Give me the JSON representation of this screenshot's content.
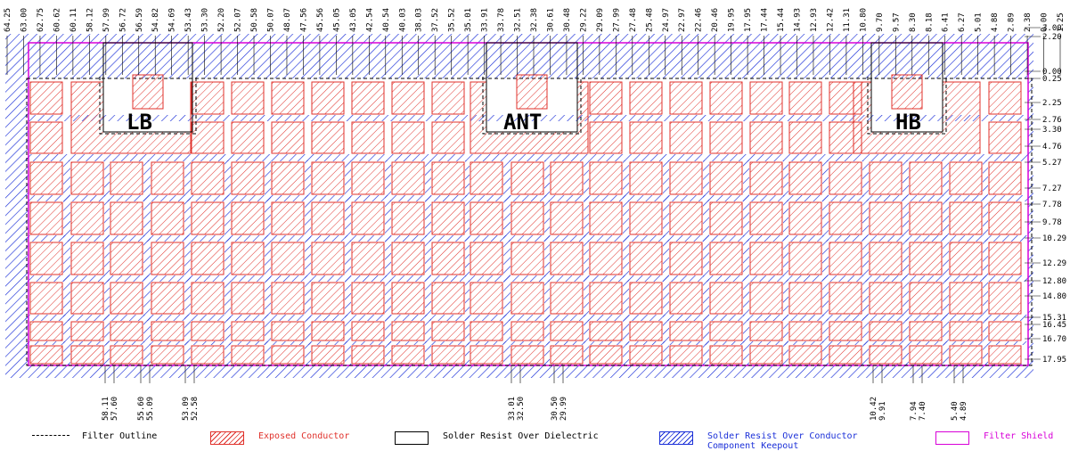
{
  "chart_data": {
    "type": "diagram",
    "title": "",
    "pad_labels": [
      "LB",
      "ANT",
      "HB"
    ],
    "top_dimensions": [
      "64.25",
      "63.00",
      "62.75",
      "60.62",
      "60.11",
      "58.12",
      "57.99",
      "56.72",
      "56.59",
      "54.82",
      "54.69",
      "53.43",
      "53.30",
      "52.20",
      "52.07",
      "50.58",
      "50.07",
      "48.07",
      "47.56",
      "45.56",
      "45.05",
      "43.05",
      "42.54",
      "40.54",
      "40.03",
      "38.03",
      "37.52",
      "35.52",
      "35.01",
      "33.91",
      "33.78",
      "32.51",
      "32.38",
      "30.61",
      "30.48",
      "29.22",
      "29.09",
      "27.99",
      "27.48",
      "25.48",
      "24.97",
      "22.97",
      "22.46",
      "20.46",
      "19.95",
      "17.95",
      "17.44",
      "15.44",
      "14.93",
      "12.93",
      "12.42",
      "11.31",
      "10.80",
      "9.70",
      "9.57",
      "8.30",
      "8.18",
      "6.41",
      "6.27",
      "5.01",
      "4.88",
      "2.89",
      "2.38",
      "0.00",
      "1.25"
    ],
    "right_dimensions": [
      "3.00",
      "2.20",
      "0.00",
      "0.25",
      "2.25",
      "2.76",
      "3.30",
      "4.76",
      "5.27",
      "7.27",
      "7.78",
      "9.78",
      "10.29",
      "12.29",
      "12.80",
      "14.80",
      "15.31",
      "16.45",
      "16.70",
      "17.95"
    ],
    "bottom_dimensions": [
      "58.11",
      "57.60",
      "55.60",
      "55.09",
      "53.09",
      "52.58",
      "33.01",
      "32.50",
      "30.50",
      "29.99",
      "10.42",
      "9.91",
      "7.94",
      "7.40",
      "5.40",
      "4.89"
    ],
    "legend": [
      {
        "label": "Filter Outline",
        "color": "#000000",
        "style": "dashed"
      },
      {
        "label": "Exposed Conductor",
        "color": "#e0312b",
        "style": "hatch"
      },
      {
        "label": "Solder Resist Over Dielectric",
        "color": "#000000",
        "style": "outline"
      },
      {
        "label": "Solder Resist Over Conductor",
        "label2": "Component Keepout",
        "color": "#1a2fd8",
        "style": "hatch"
      },
      {
        "label": "Filter Shield",
        "color": "#d800d8",
        "style": "outline"
      }
    ]
  }
}
